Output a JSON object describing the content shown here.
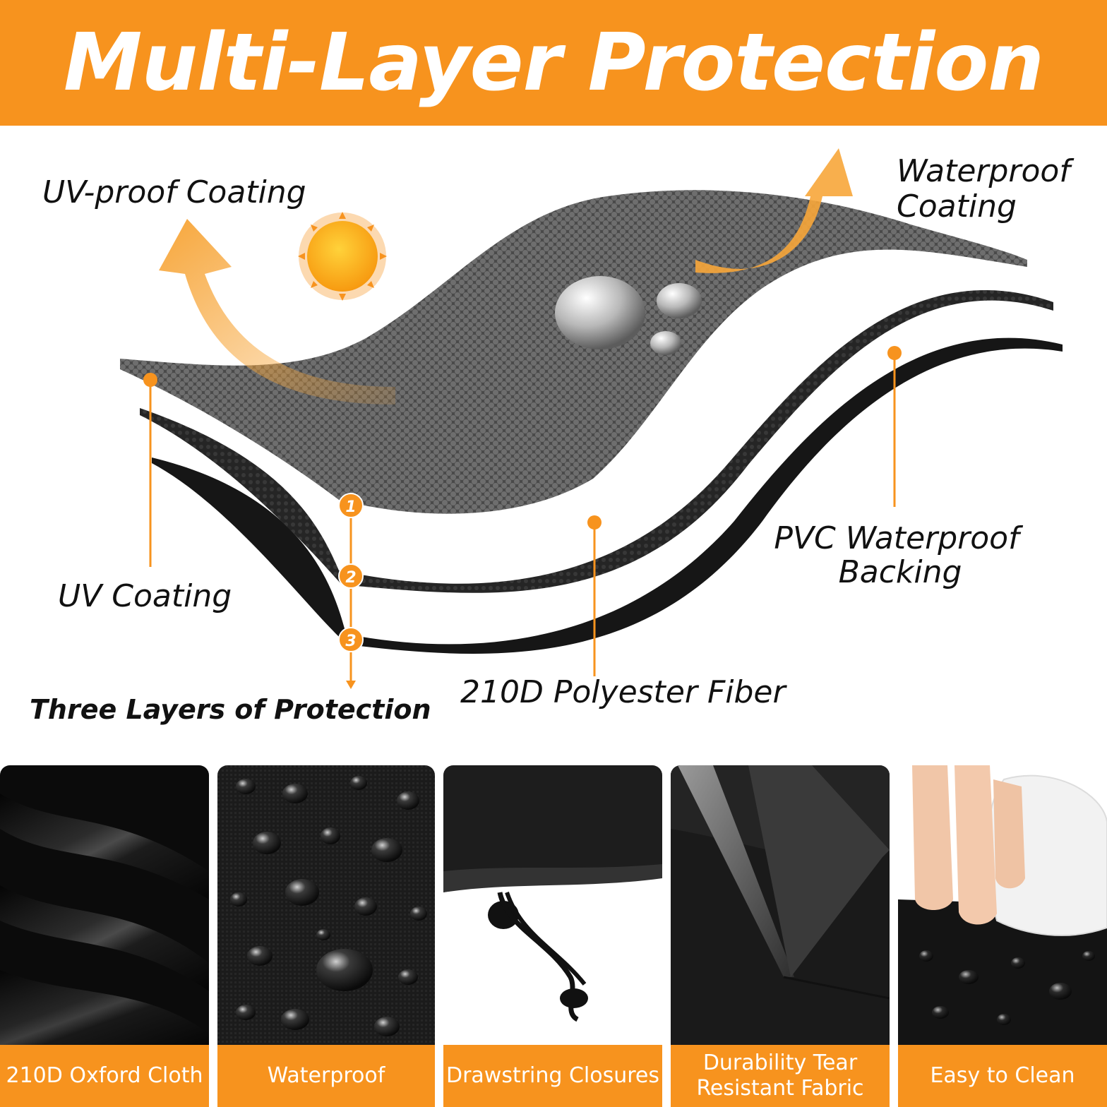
{
  "header": {
    "title": "Multi-Layer Protection"
  },
  "diagram": {
    "labels": {
      "uv_proof": "UV-proof Coating",
      "waterproof_coating_1": "Waterproof",
      "waterproof_coating_2": "Coating",
      "uv_coating": "UV Coating",
      "pvc_1": "PVC Waterproof",
      "pvc_2": "Backing",
      "polyester": "210D Polyester Fiber",
      "three_layers": "Three Layers of Protection"
    },
    "markers": [
      "1",
      "2",
      "3"
    ]
  },
  "features": [
    {
      "label": "210D Oxford Cloth",
      "icon": "fabric-folds"
    },
    {
      "label": "Waterproof",
      "icon": "water-droplets"
    },
    {
      "label": "Drawstring Closures",
      "icon": "drawstring"
    },
    {
      "label_line1": "Durability Tear",
      "label_line2": "Resistant Fabric",
      "icon": "scissors"
    },
    {
      "label": "Easy to Clean",
      "icon": "wipe-cloth"
    }
  ],
  "colors": {
    "accent": "#f7931e",
    "fabric_dark": "#1a1a1a",
    "fabric_grey": "#5a5a5a"
  }
}
